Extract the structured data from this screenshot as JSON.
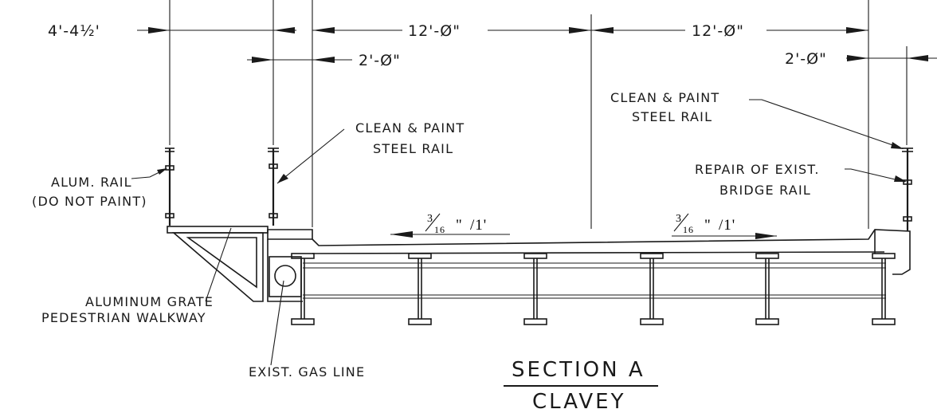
{
  "dimensions": {
    "walkway_width": "4'-4½'",
    "lane_left": "12'-Ø\"",
    "lane_right": "12'-Ø\"",
    "offset_left": "2'-Ø\"",
    "offset_right": "2'-Ø\""
  },
  "notes": {
    "steel_rail_left_line1": "CLEAN & PAINT",
    "steel_rail_left_line2": "STEEL RAIL",
    "steel_rail_right_line1": "CLEAN & PAINT",
    "steel_rail_right_line2": "STEEL RAIL",
    "alum_rail_line1": "ALUM. RAIL",
    "alum_rail_line2": "(DO NOT PAINT)",
    "repair_line1": "REPAIR OF EXIST.",
    "repair_line2": "BRIDGE RAIL",
    "grate_line1": "ALUMINUM GRATE",
    "grate_line2": "PEDESTRIAN WALKWAY",
    "gas_line": "EXIST. GAS LINE"
  },
  "slopes": {
    "left": "/1'",
    "right": "/1'",
    "num": "3",
    "den": "16",
    "inch_mark": "\""
  },
  "title": {
    "line1": "SECTION A",
    "line2": "CLAVEY"
  }
}
